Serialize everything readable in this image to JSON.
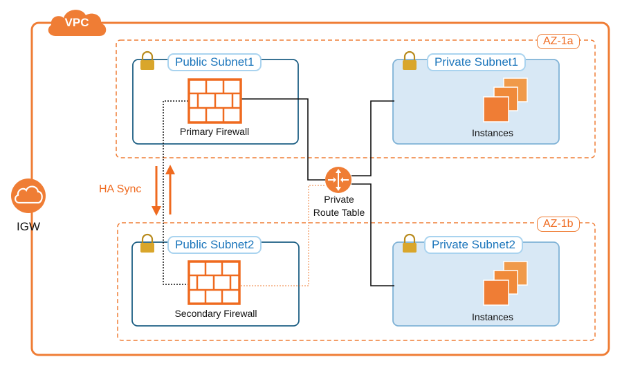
{
  "vpc": {
    "label": "VPC"
  },
  "igw": {
    "label": "IGW"
  },
  "az_a": {
    "label": "AZ-1a"
  },
  "az_b": {
    "label": "AZ-1b"
  },
  "public_subnet_1": {
    "label": "Public Subnet1",
    "firewall_label": "Primary Firewall"
  },
  "public_subnet_2": {
    "label": "Public Subnet2",
    "firewall_label": "Secondary Firewall"
  },
  "private_subnet_1": {
    "label": "Private Subnet1",
    "instances_label": "Instances"
  },
  "private_subnet_2": {
    "label": "Private  Subnet2",
    "instances_label": "Instances"
  },
  "route_table": {
    "line1": "Private",
    "line2": "Route Table"
  },
  "ha_sync": {
    "label": "HA Sync"
  },
  "colors": {
    "aws_orange": "#ef7d35",
    "subnet_border": "#1d5f84",
    "private_fill": "#d8e8f5",
    "tag_border": "#a9d3ef",
    "tag_text": "#1b75bb",
    "lock_gold": "#d9a62b"
  }
}
